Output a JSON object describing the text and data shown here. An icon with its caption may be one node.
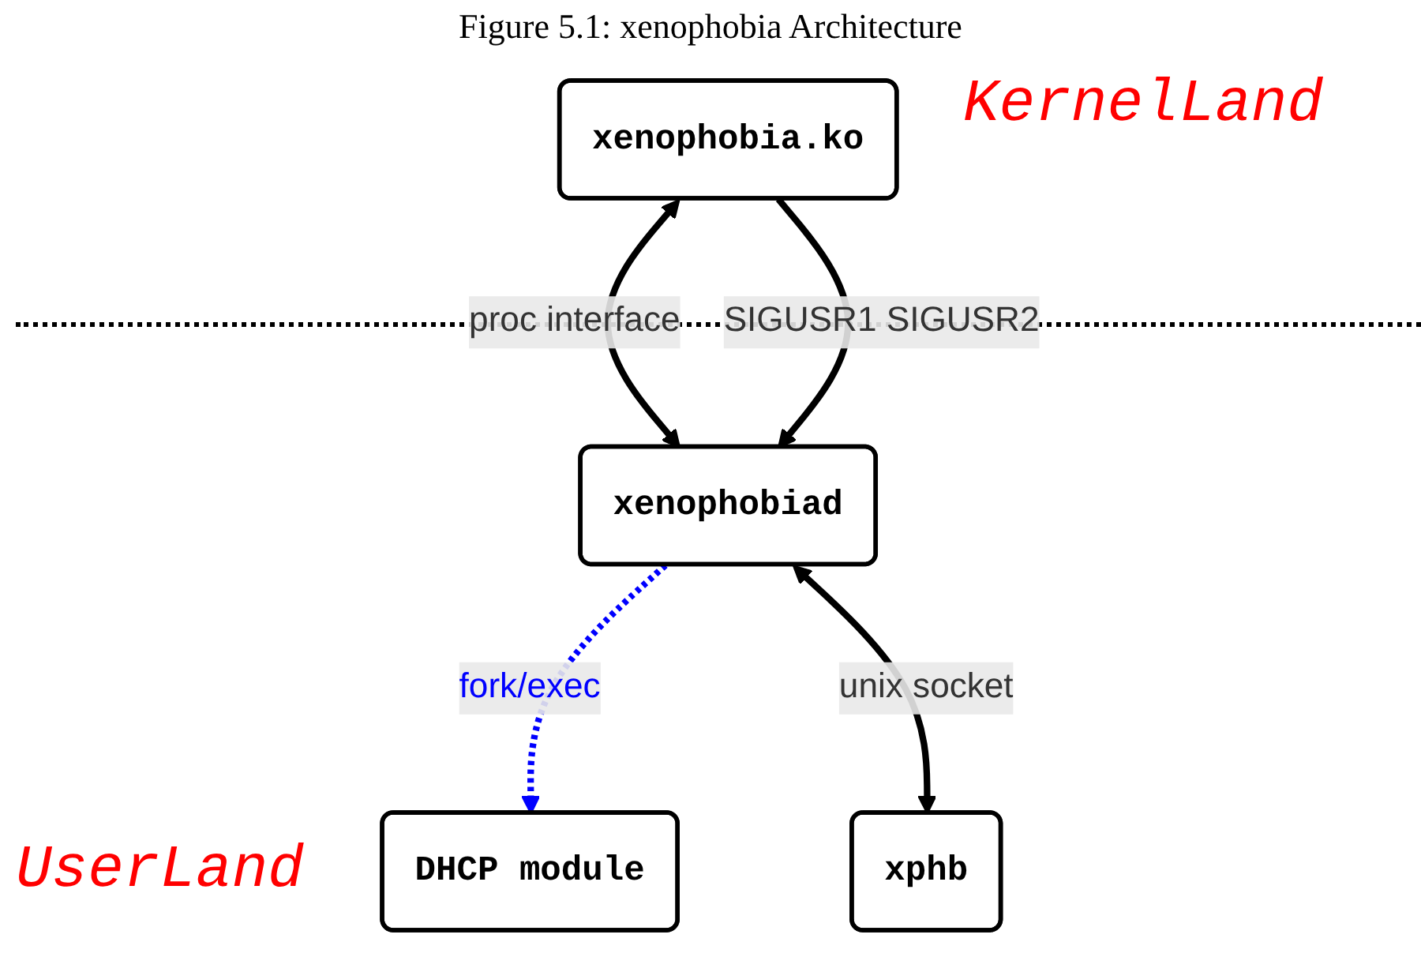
{
  "diagram": {
    "title": "Figure 5.1: xenophobia Architecture",
    "nodes": [
      {
        "text": [
          "xenophobia.ko"
        ]
      },
      {
        "text": [
          "xenophobiad"
        ]
      },
      {
        "text": [
          "DHCP module"
        ]
      },
      {
        "text": [
          "xphb"
        ]
      }
    ],
    "edges": [
      {
        "from": 0,
        "to": 1,
        "arrow": "both",
        "label": "proc interface"
      },
      {
        "from": 0,
        "to": 1,
        "arrow": "to",
        "label": "SIGUSR1 SIGUSR2"
      },
      {
        "from": 1,
        "to": 2,
        "arrow": "to",
        "label": "fork/exec",
        "style": "dashed",
        "color": "#0000ff"
      },
      {
        "from": 1,
        "to": 3,
        "arrow": "both",
        "label": "unix socket"
      }
    ],
    "labels": [
      "KernelLand",
      "UserLand"
    ]
  }
}
